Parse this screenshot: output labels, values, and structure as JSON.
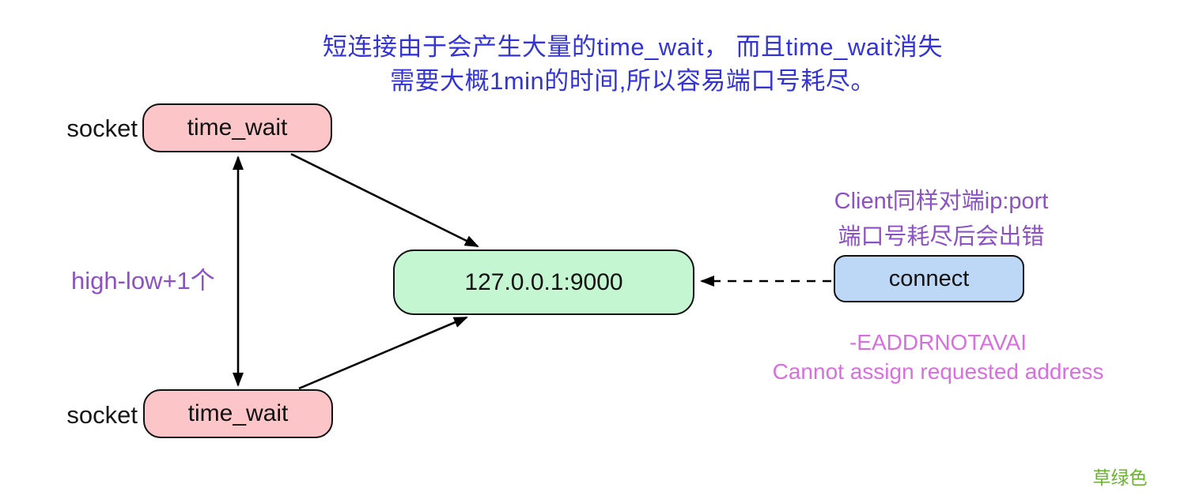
{
  "title": {
    "line1": "短连接由于会产生大量的time_wait， 而且time_wait消失",
    "line2": "需要大概1min的时间,所以容易端口号耗尽。"
  },
  "diagram": {
    "socket_top": {
      "label": "socket",
      "state": "time_wait"
    },
    "socket_bottom": {
      "label": "socket",
      "state": "time_wait"
    },
    "server": {
      "address": "127.0.0.1:9000"
    },
    "client": {
      "action": "connect"
    }
  },
  "annotations": {
    "port_range": "high-low+1个",
    "client_note_line1": "Client同样对端ip:port",
    "client_note_line2": "端口号耗尽后会出错",
    "error_code": "-EADDRNOTAVAI",
    "error_message": "Cannot assign requested address",
    "color_note": "草绿色"
  },
  "colors": {
    "title_text": "#3434d6",
    "note_purple": "#8c52c5",
    "error_magenta": "#d96ee0",
    "color_note_green": "#69b32f",
    "timewait_box_fill": "#fcc5c8",
    "server_box_fill": "#c4f7d1",
    "connect_box_fill": "#bdd8f7",
    "box_border": "#111111",
    "arrow": "#000000"
  }
}
